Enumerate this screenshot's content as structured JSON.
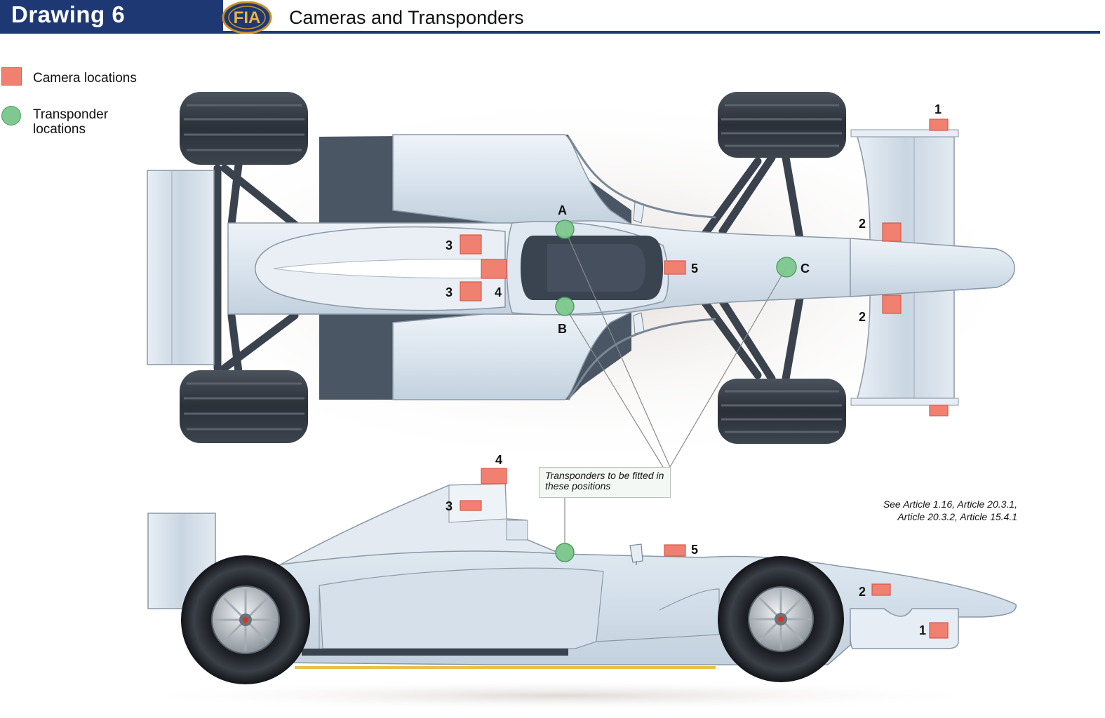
{
  "header": {
    "drawing_label": "Drawing 6",
    "logo_text": "FIA",
    "title": "Cameras and Transponders"
  },
  "legend": {
    "camera": "Camera locations",
    "transponder_line1": "Transponder",
    "transponder_line2": "locations"
  },
  "callout": {
    "line1": "Transponders to be fitted in",
    "line2": "these positions"
  },
  "note": {
    "line1": "See Article 1.16, Article 20.3.1,",
    "line2": "Article 20.3.2, Article 15.4.1"
  },
  "labels": {
    "top": {
      "cam1": "1",
      "cam2_upper": "2",
      "cam2_lower": "2",
      "cam3_upper": "3",
      "cam3_lower": "3",
      "cam4": "4",
      "cam5": "5",
      "tr_a": "A",
      "tr_b": "B",
      "tr_c": "C"
    },
    "side": {
      "cam4": "4",
      "cam3": "3",
      "cam5": "5",
      "cam2": "2",
      "cam1": "1"
    }
  },
  "colors": {
    "header_blue": "#1e3873",
    "camera_fill": "#f08070",
    "transponder_fill": "#7fc88f",
    "body": "#dde7f0",
    "tyre": "#2f3640"
  }
}
